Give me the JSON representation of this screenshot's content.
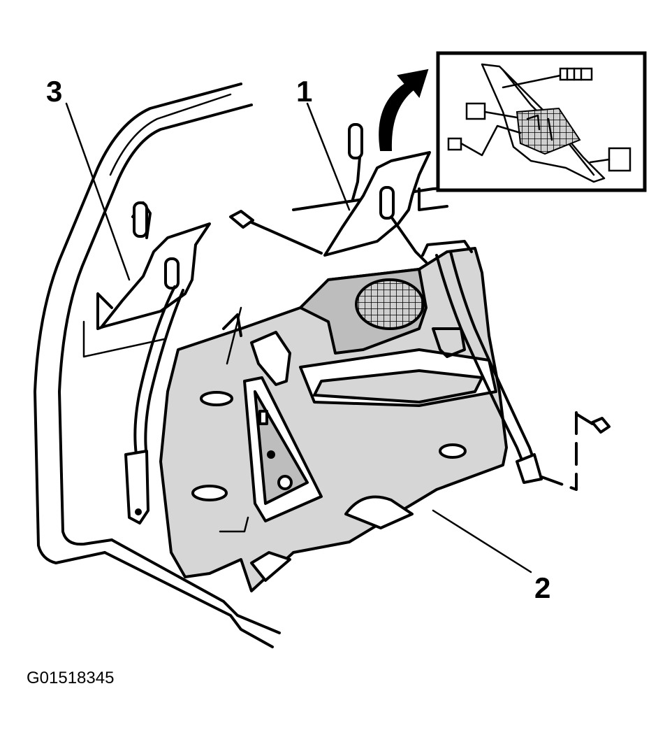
{
  "callouts": {
    "c1": "1",
    "c2": "2",
    "c3": "3"
  },
  "figure_id": "G01518345",
  "colors": {
    "line": "#000000",
    "panel_fill": "#d6d6d6",
    "background": "#ffffff"
  }
}
